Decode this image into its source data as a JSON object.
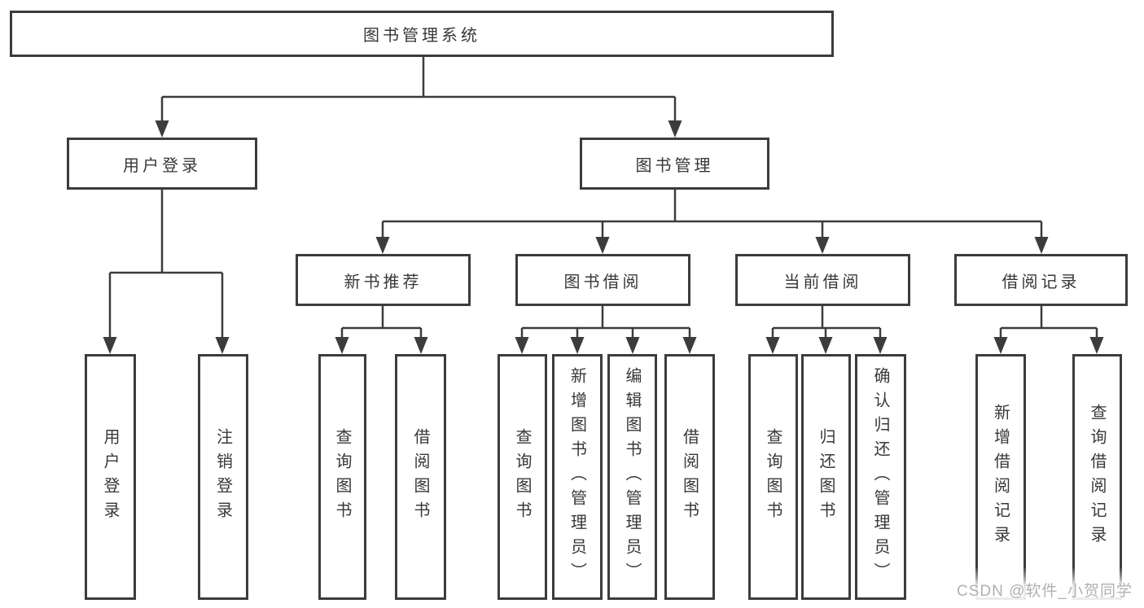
{
  "tree": {
    "label": "图书管理系统",
    "children": [
      {
        "label": "用户登录",
        "children": [
          {
            "label": "用户登录"
          },
          {
            "label": "注销登录"
          }
        ]
      },
      {
        "label": "图书管理",
        "children": [
          {
            "label": "新书推荐",
            "children": [
              {
                "label": "查询图书"
              },
              {
                "label": "借阅图书"
              }
            ]
          },
          {
            "label": "图书借阅",
            "children": [
              {
                "label": "查询图书"
              },
              {
                "label": "新增图书（管理员）"
              },
              {
                "label": "编辑图书（管理员）"
              },
              {
                "label": "借阅图书"
              }
            ]
          },
          {
            "label": "当前借阅",
            "children": [
              {
                "label": "查询图书"
              },
              {
                "label": "归还图书"
              },
              {
                "label": "确认归还（管理员）"
              }
            ]
          },
          {
            "label": "借阅记录",
            "children": [
              {
                "label": "新增借阅记录"
              },
              {
                "label": "查询借阅记录"
              }
            ]
          }
        ]
      }
    ]
  },
  "watermark": {
    "text": "CSDN @软件_小贺同学"
  },
  "colors": {
    "line": "#3c3c3c",
    "box_border": "#3c3c3c",
    "text": "#383838",
    "watermark": "#b0b0b0",
    "background": "#ffffff"
  }
}
